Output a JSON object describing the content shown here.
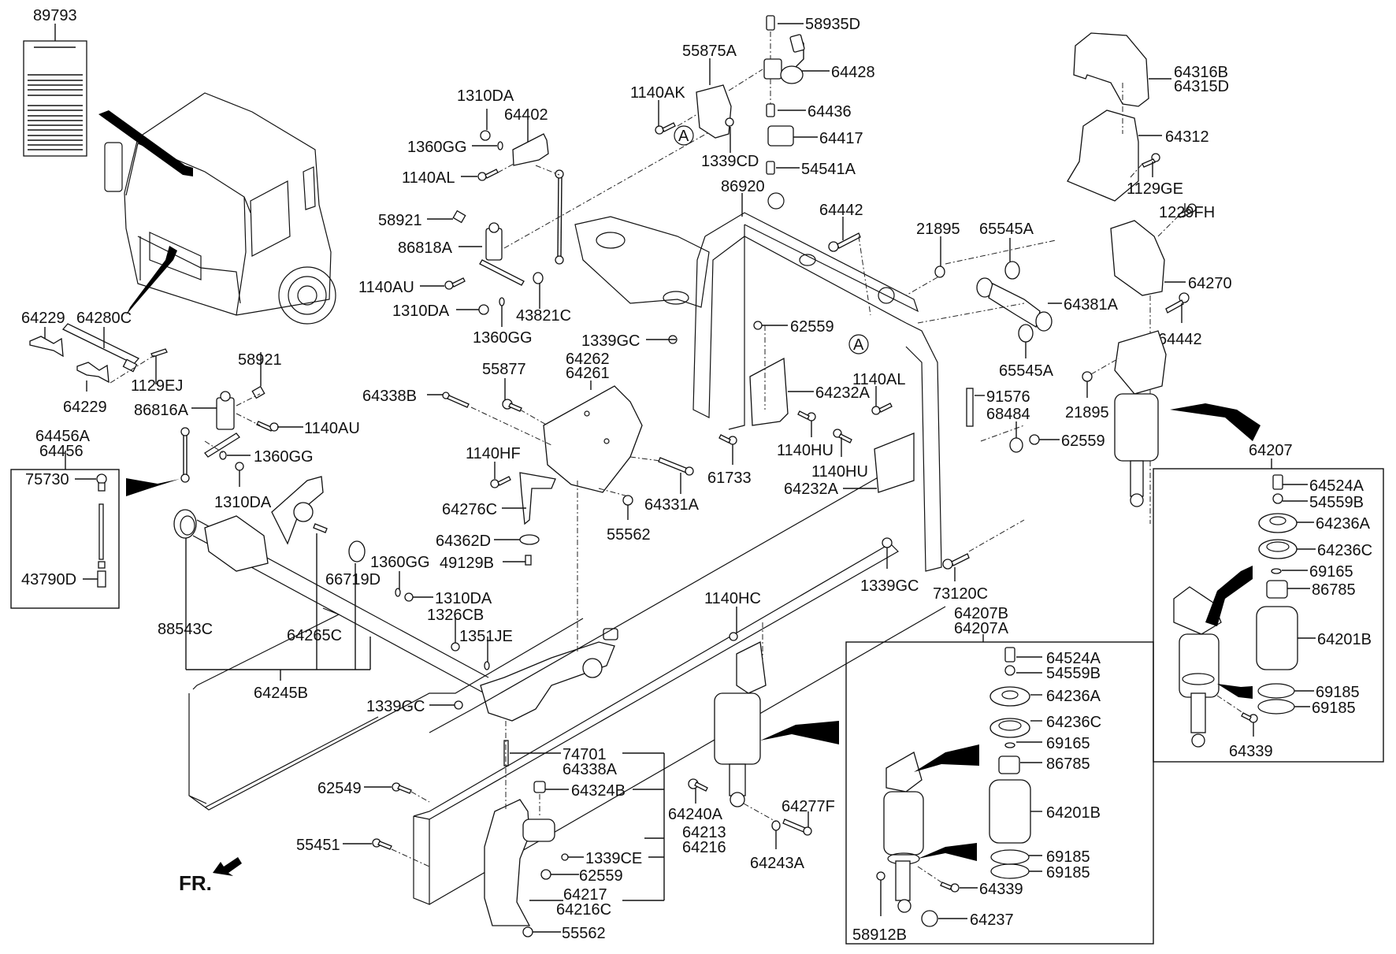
{
  "title": "Rear air suspension parts diagram",
  "direction_marker": "FR.",
  "reference_marker": "A",
  "labels": {
    "l89793": "89793",
    "l64229a": "64229",
    "l64280C": "64280C",
    "l1129EJ": "1129EJ",
    "l64229b": "64229",
    "l58921a": "58921",
    "l86816A": "86816A",
    "l1140AUa": "1140AU",
    "l1360GGa": "1360GG",
    "l1310DAa": "1310DA",
    "l64456A": "64456A",
    "l64456": "64456",
    "l75730": "75730",
    "l43790D": "43790D",
    "l88543C": "88543C",
    "l64265C": "64265C",
    "l66719D": "66719D",
    "l64245B": "64245B",
    "l1360GGb": "1360GG",
    "l1310DAb": "1310DA",
    "l1326CB": "1326CB",
    "l1351JE": "1351JE",
    "l1339GCa": "1339GC",
    "l62549": "62549",
    "l55451": "55451",
    "l1310DAc": "1310DA",
    "l64402": "64402",
    "l1360GGc": "1360GG",
    "l1140ALa": "1140AL",
    "l58921b": "58921",
    "l86818A": "86818A",
    "l1140AUb": "1140AU",
    "l1310DAd": "1310DA",
    "l1360GGd": "1360GG",
    "l43821C": "43821C",
    "l55875A": "55875A",
    "l1140AK": "1140AK",
    "l1339CD": "1339CD",
    "l58935D": "58935D",
    "l64428": "64428",
    "l64436": "64436",
    "l64417": "64417",
    "l54541A": "54541A",
    "l86920": "86920",
    "l64442a": "64442",
    "l21895a": "21895",
    "l65545Aa": "65545A",
    "l64381A": "64381A",
    "l65545Ab": "65545A",
    "l21895b": "21895",
    "l64442b": "64442",
    "l64316B": "64316B",
    "l64315D": "64315D",
    "l64312": "64312",
    "l1129GE": "1129GE",
    "l1229FH": "1229FH",
    "l64270": "64270",
    "l62559a": "62559",
    "l1339GCb": "1339GC",
    "l64262": "64262",
    "l64261": "64261",
    "l55877": "55877",
    "l64338B": "64338B",
    "l1140HF": "1140HF",
    "l64276C": "64276C",
    "l64362D": "64362D",
    "l49129B": "49129B",
    "l55562a": "55562",
    "l64331A": "64331A",
    "l64232Aa": "64232A",
    "l1140ALb": "1140AL",
    "l1140HUa": "1140HU",
    "l1140HUb": "1140HU",
    "l64232Ab": "64232A",
    "l61733": "61733",
    "l91576": "91576",
    "l68484": "68484",
    "l62559b": "62559",
    "l1339GCc": "1339GC",
    "l73120C": "73120C",
    "l1140HC": "1140HC",
    "l74701": "74701",
    "l64338A": "64338A",
    "l64324B": "64324B",
    "l64240A": "64240A",
    "l64213": "64213",
    "l64216": "64216",
    "l1339CE": "1339CE",
    "l62559c": "62559",
    "l64217": "64217",
    "l64216C": "64216C",
    "l55562b": "55562",
    "l64277F": "64277F",
    "l64243A": "64243A",
    "l64207B": "64207B",
    "l64207A": "64207A",
    "b1_64524A": "64524A",
    "b1_54559B": "54559B",
    "b1_64236A": "64236A",
    "b1_64236C": "64236C",
    "b1_69165": "69165",
    "b1_86785": "86785",
    "b1_64201B": "64201B",
    "b1_69185a": "69185",
    "b1_69185b": "69185",
    "b1_64339": "64339",
    "b1_64237": "64237",
    "b1_58912B": "58912B",
    "l64207": "64207",
    "b2_64524A": "64524A",
    "b2_54559B": "54559B",
    "b2_64236A": "64236A",
    "b2_64236C": "64236C",
    "b2_69165": "69165",
    "b2_86785": "86785",
    "b2_64201B": "64201B",
    "b2_69185a": "69185",
    "b2_69185b": "69185",
    "b2_64339": "64339"
  }
}
